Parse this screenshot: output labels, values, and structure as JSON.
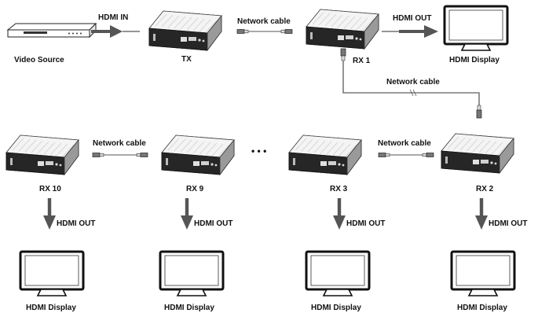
{
  "labels": {
    "hdmi_in": "HDMI IN",
    "hdmi_out": "HDMI OUT",
    "network_cable": "Network cable",
    "video_source": "Video Source",
    "tx": "TX",
    "rx1": "RX 1",
    "rx2": "RX 2",
    "rx3": "RX 3",
    "rx9": "RX 9",
    "rx10": "RX 10",
    "hdmi_display": "HDMI Display",
    "ellipsis": "• • •"
  },
  "icons": {
    "source": "media-player-icon",
    "extender": "hdmi-extender-box-icon",
    "display": "monitor-icon",
    "cable": "network-cable-icon"
  },
  "colors": {
    "text": "#111111",
    "arrow": "#555555",
    "device_top": "#f2f2f2",
    "device_front": "#1f1f1f",
    "cable": "#7a7a7a"
  }
}
